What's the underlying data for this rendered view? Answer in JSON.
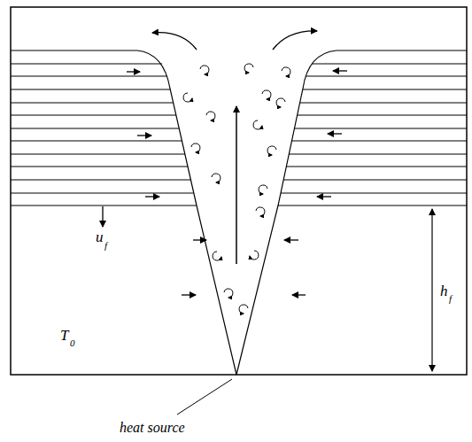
{
  "diagram": {
    "labels": [
      "u",
      "f",
      "T",
      "0",
      "h",
      "f",
      "heat source"
    ]
  }
}
